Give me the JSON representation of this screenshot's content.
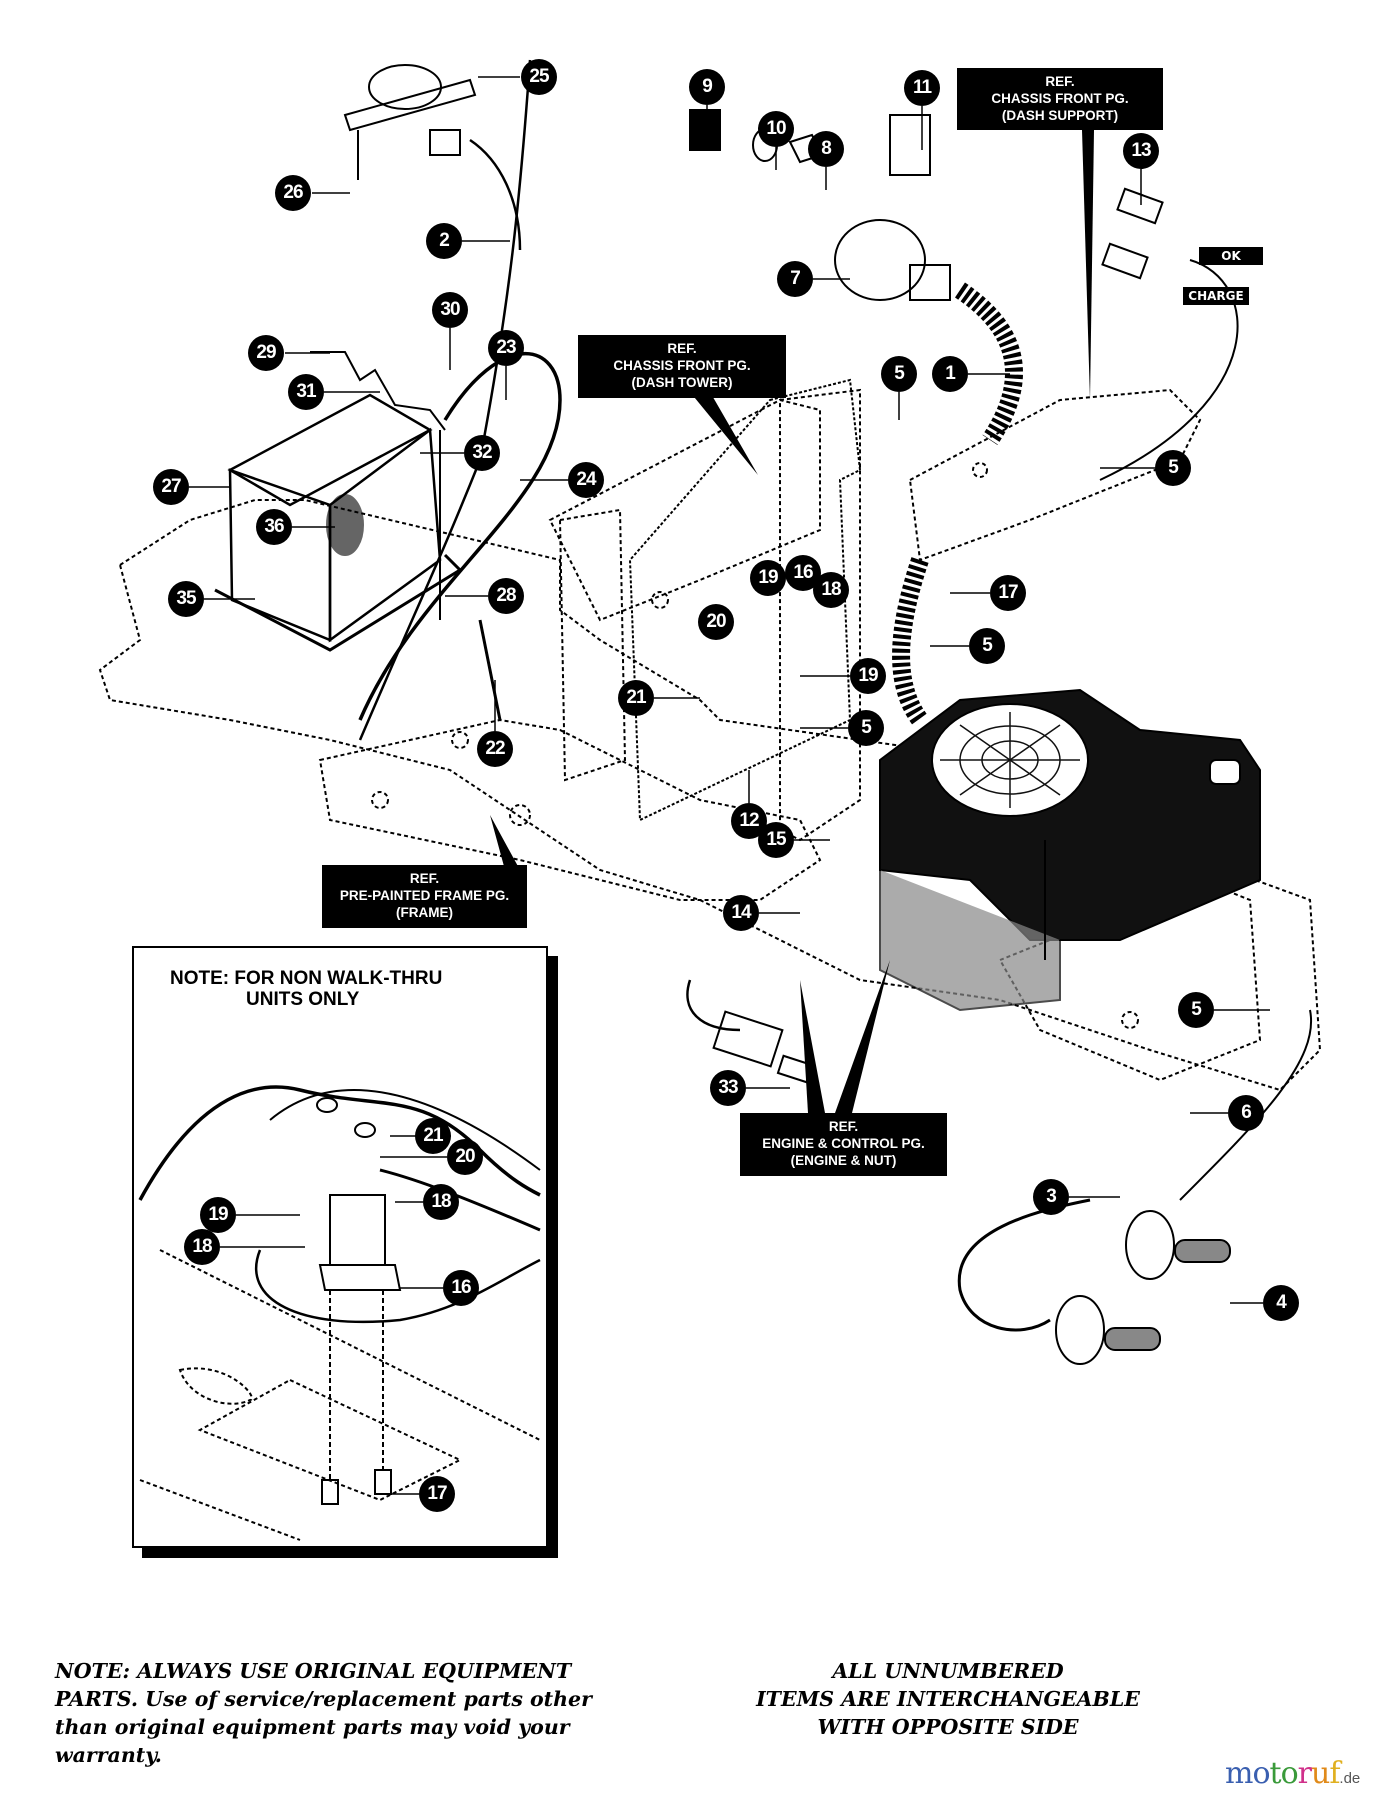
{
  "diagram": {
    "title_visible": false,
    "subject": "Riding mower electrical system parts diagram"
  },
  "callouts": [
    {
      "id": "25"
    },
    {
      "id": "26"
    },
    {
      "id": "2"
    },
    {
      "id": "30"
    },
    {
      "id": "29"
    },
    {
      "id": "23"
    },
    {
      "id": "31"
    },
    {
      "id": "32"
    },
    {
      "id": "24"
    },
    {
      "id": "27"
    },
    {
      "id": "36"
    },
    {
      "id": "35"
    },
    {
      "id": "28"
    },
    {
      "id": "22"
    },
    {
      "id": "9"
    },
    {
      "id": "10"
    },
    {
      "id": "8"
    },
    {
      "id": "11"
    },
    {
      "id": "7"
    },
    {
      "id": "13"
    },
    {
      "id": "1"
    },
    {
      "id": "5"
    },
    {
      "id": "5"
    },
    {
      "id": "19"
    },
    {
      "id": "16"
    },
    {
      "id": "18"
    },
    {
      "id": "17"
    },
    {
      "id": "20"
    },
    {
      "id": "5"
    },
    {
      "id": "19"
    },
    {
      "id": "21"
    },
    {
      "id": "5"
    },
    {
      "id": "12"
    },
    {
      "id": "15"
    },
    {
      "id": "14"
    },
    {
      "id": "5"
    },
    {
      "id": "33"
    },
    {
      "id": "6"
    },
    {
      "id": "3"
    },
    {
      "id": "4"
    }
  ],
  "inset_callouts": [
    {
      "id": "21"
    },
    {
      "id": "20"
    },
    {
      "id": "18"
    },
    {
      "id": "19"
    },
    {
      "id": "18"
    },
    {
      "id": "16"
    },
    {
      "id": "17"
    }
  ],
  "ref_boxes": {
    "dash_support": {
      "lines": [
        "REF.",
        "CHASSIS FRONT PG.",
        "(DASH SUPPORT)"
      ]
    },
    "dash_tower": {
      "lines": [
        "REF.",
        "CHASSIS FRONT PG.",
        "(DASH TOWER)"
      ]
    },
    "frame": {
      "lines": [
        "REF.",
        "PRE-PAINTED FRAME PG.",
        "(FRAME)"
      ]
    },
    "engine_control": {
      "lines": [
        "REF.",
        "ENGINE & CONTROL PG.",
        "(ENGINE & NUT)"
      ]
    }
  },
  "indicator_tags": {
    "ok": "OK",
    "charge": "CHARGE"
  },
  "inset": {
    "title_line1": "NOTE: FOR NON WALK-THRU",
    "title_line2": "UNITS ONLY"
  },
  "notes": {
    "left": [
      "NOTE: ALWAYS USE ORIGINAL EQUIPMENT",
      "PARTS. Use of service/replacement parts other",
      "than original equipment parts may void your",
      "warranty."
    ],
    "right": [
      "ALL UNNUMBERED",
      "ITEMS ARE INTERCHANGEABLE",
      "WITH OPPOSITE SIDE"
    ]
  },
  "watermark": {
    "letters": [
      "m",
      "o",
      "t",
      "o",
      "r",
      "u",
      "f"
    ],
    "colors": [
      "#3a5fb0",
      "#3a5fb0",
      "#3a9a3a",
      "#3a9a3a",
      "#d0308a",
      "#e08a1a",
      "#e0b020"
    ],
    "suffix": ".de"
  }
}
